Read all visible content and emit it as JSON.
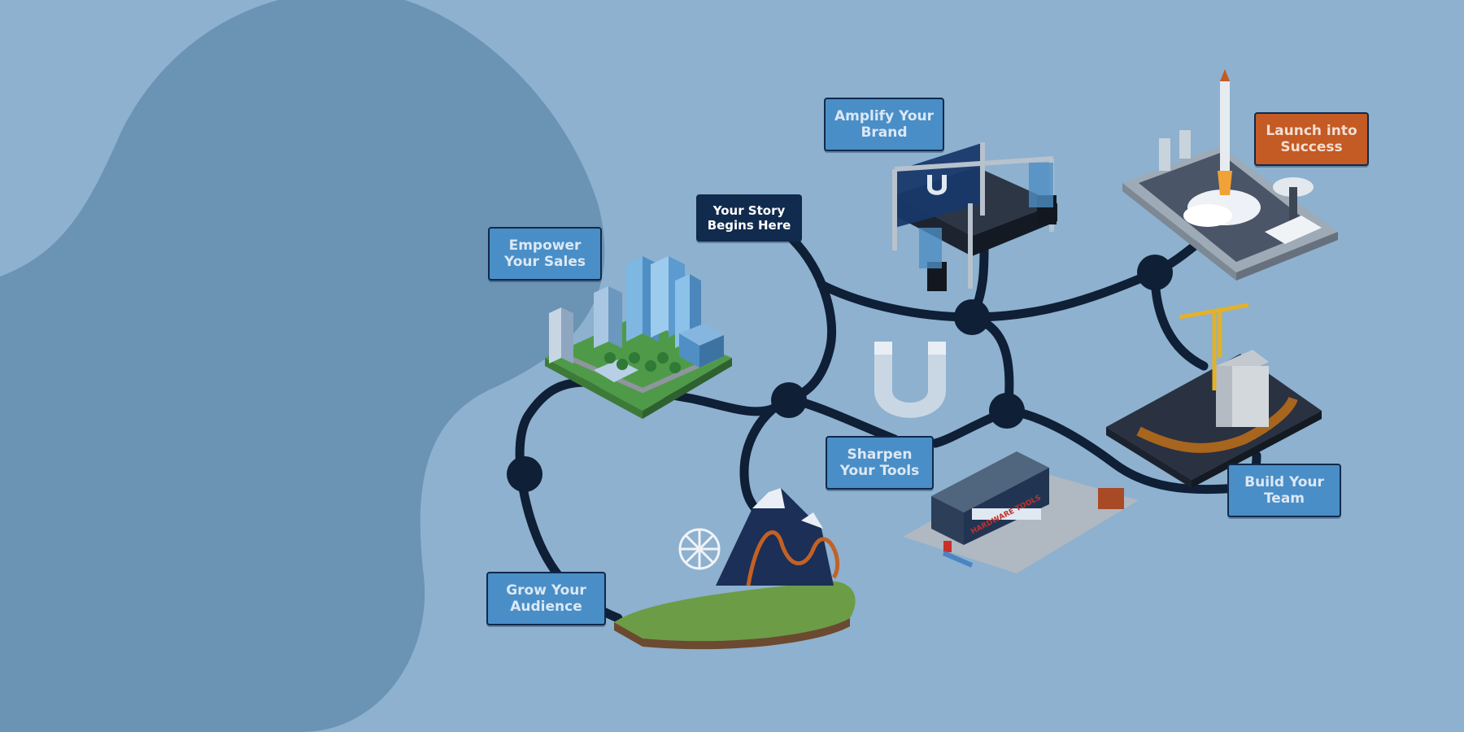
{
  "nodes": {
    "story": "Your Story Begins Here",
    "sales": "Empower Your Sales",
    "brand": "Amplify Your Brand",
    "launch": "Launch into Success",
    "tools": "Sharpen Your Tools",
    "team": "Build Your Team",
    "audience": "Grow Your Audience"
  },
  "hardware_sign": "HARDWARE TOOLS",
  "icons": {
    "center": "magnet-icon",
    "stage_banner": "magnet-icon"
  },
  "colors": {
    "background": "#8db1cf",
    "blob": "#6b93b3",
    "path": "#0f1f35",
    "label": "#4a8ec7",
    "label_dark": "#112b4e",
    "label_orange": "#c45a24",
    "label_text": "#dbe8f5"
  }
}
